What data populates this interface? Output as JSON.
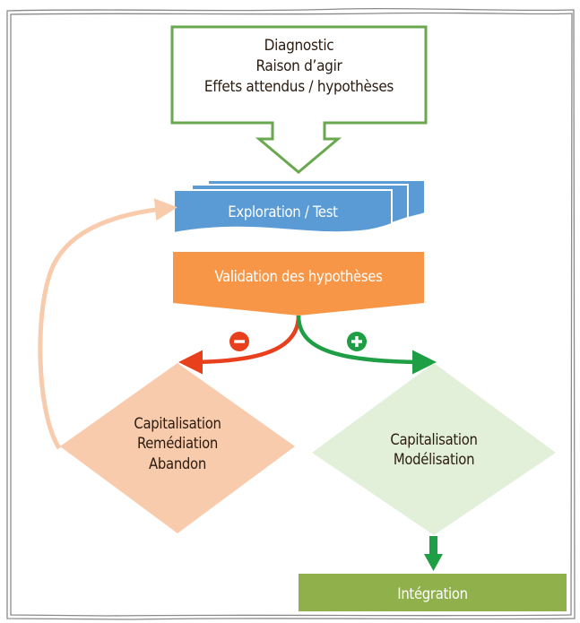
{
  "diagnostic_box": {
    "lines": [
      "Diagnostic",
      "Raison d’agir",
      "Effets attendus / hypothèses"
    ]
  },
  "exploration": {
    "label": "Exploration / Test"
  },
  "validation": {
    "label": "Validation des hypothèses"
  },
  "negative_branch": {
    "sign": "−",
    "color": "#e8401c",
    "lines": [
      "Capitalisation",
      "Remédiation",
      "Abandon"
    ]
  },
  "positive_branch": {
    "sign": "+",
    "color": "#1e9e45",
    "lines": [
      "Capitalisation",
      "Modélisation"
    ]
  },
  "integration": {
    "label": "Intégration"
  },
  "colors": {
    "frame": "#8a8a8a",
    "diagnostic_border": "#6aa84f",
    "exploration": "#5b9bd5",
    "validation": "#f79646",
    "negative_fill": "#f8cbad",
    "positive_fill": "#e2f0d9",
    "integration": "#8fb04b",
    "loop_arrow": "#f8cbad"
  }
}
